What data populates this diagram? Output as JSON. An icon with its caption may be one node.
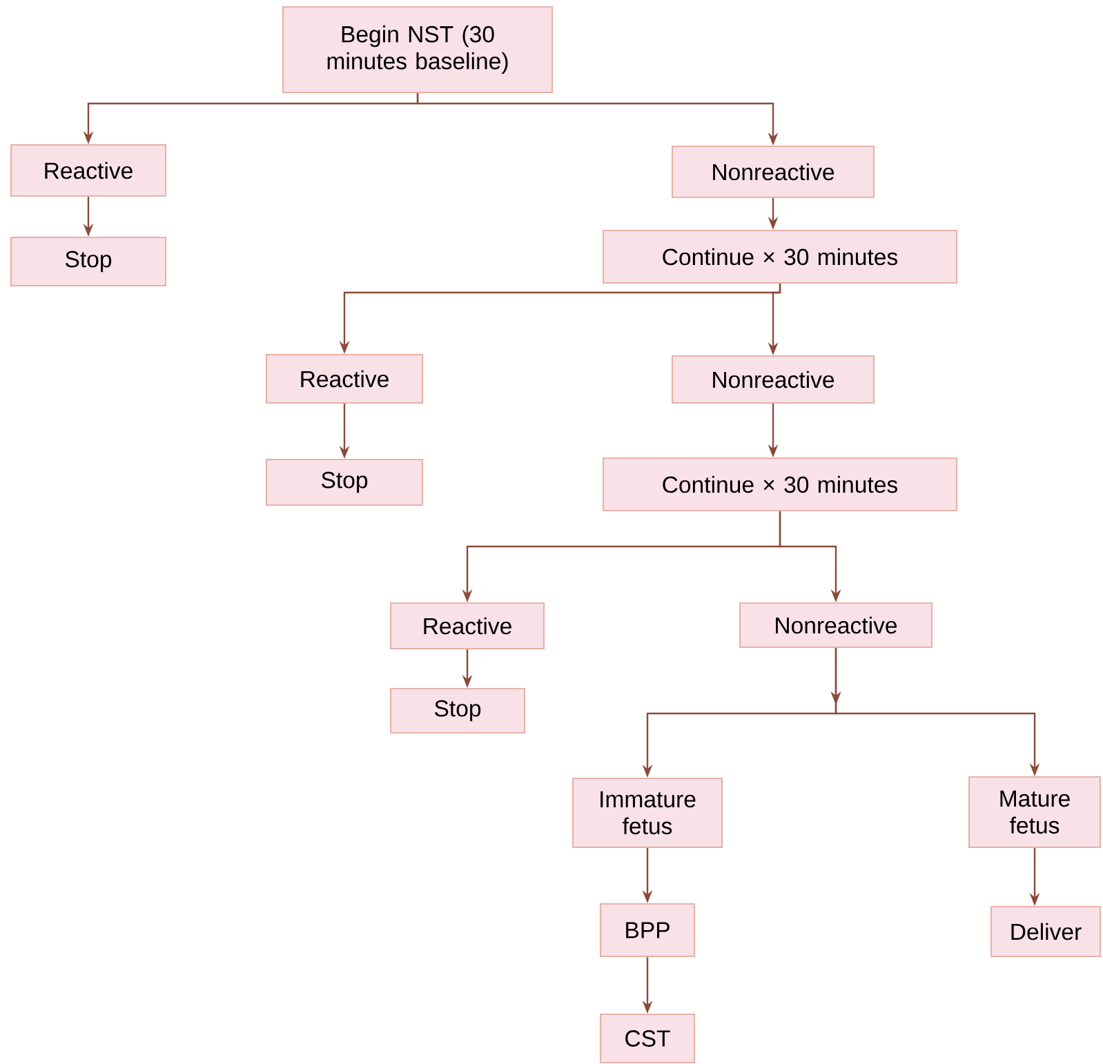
{
  "diagram": {
    "nodes": [
      {
        "text": [
          "Begin NST (30 minutes baseline)"
        ]
      },
      {
        "text": [
          "Reactive"
        ]
      },
      {
        "text": [
          "Stop"
        ]
      },
      {
        "text": [
          "Nonreactive"
        ]
      },
      {
        "text": [
          "Continue × 30 minutes"
        ]
      },
      {
        "text": [
          "Reactive"
        ]
      },
      {
        "text": [
          "Stop"
        ]
      },
      {
        "text": [
          "Nonreactive"
        ]
      },
      {
        "text": [
          "Continue × 30 minutes"
        ]
      },
      {
        "text": [
          "Reactive"
        ]
      },
      {
        "text": [
          "Stop"
        ]
      },
      {
        "text": [
          "Nonreactive"
        ]
      },
      {
        "text": [
          "Immature fetus"
        ]
      },
      {
        "text": [
          "Mature fetus"
        ]
      },
      {
        "text": [
          "BPP"
        ]
      },
      {
        "text": [
          "CST"
        ]
      },
      {
        "text": [
          "Deliver"
        ]
      }
    ],
    "edges": [
      {
        "from": 0,
        "to": 1,
        "arrow": "to"
      },
      {
        "from": 0,
        "to": 3,
        "arrow": "to"
      },
      {
        "from": 1,
        "to": 2,
        "arrow": "to"
      },
      {
        "from": 3,
        "to": 4,
        "arrow": "to"
      },
      {
        "from": 4,
        "to": 5,
        "arrow": "to"
      },
      {
        "from": 4,
        "to": 7,
        "arrow": "to"
      },
      {
        "from": 5,
        "to": 6,
        "arrow": "to"
      },
      {
        "from": 7,
        "to": 8,
        "arrow": "to"
      },
      {
        "from": 8,
        "to": 9,
        "arrow": "to"
      },
      {
        "from": 8,
        "to": 11,
        "arrow": "to"
      },
      {
        "from": 9,
        "to": 10,
        "arrow": "to"
      },
      {
        "from": 11,
        "to": 12,
        "arrow": "to"
      },
      {
        "from": 11,
        "to": 13,
        "arrow": "to"
      },
      {
        "from": 12,
        "to": 14,
        "arrow": "to"
      },
      {
        "from": 14,
        "to": 15,
        "arrow": "to"
      },
      {
        "from": 13,
        "to": 16,
        "arrow": "to"
      }
    ]
  }
}
